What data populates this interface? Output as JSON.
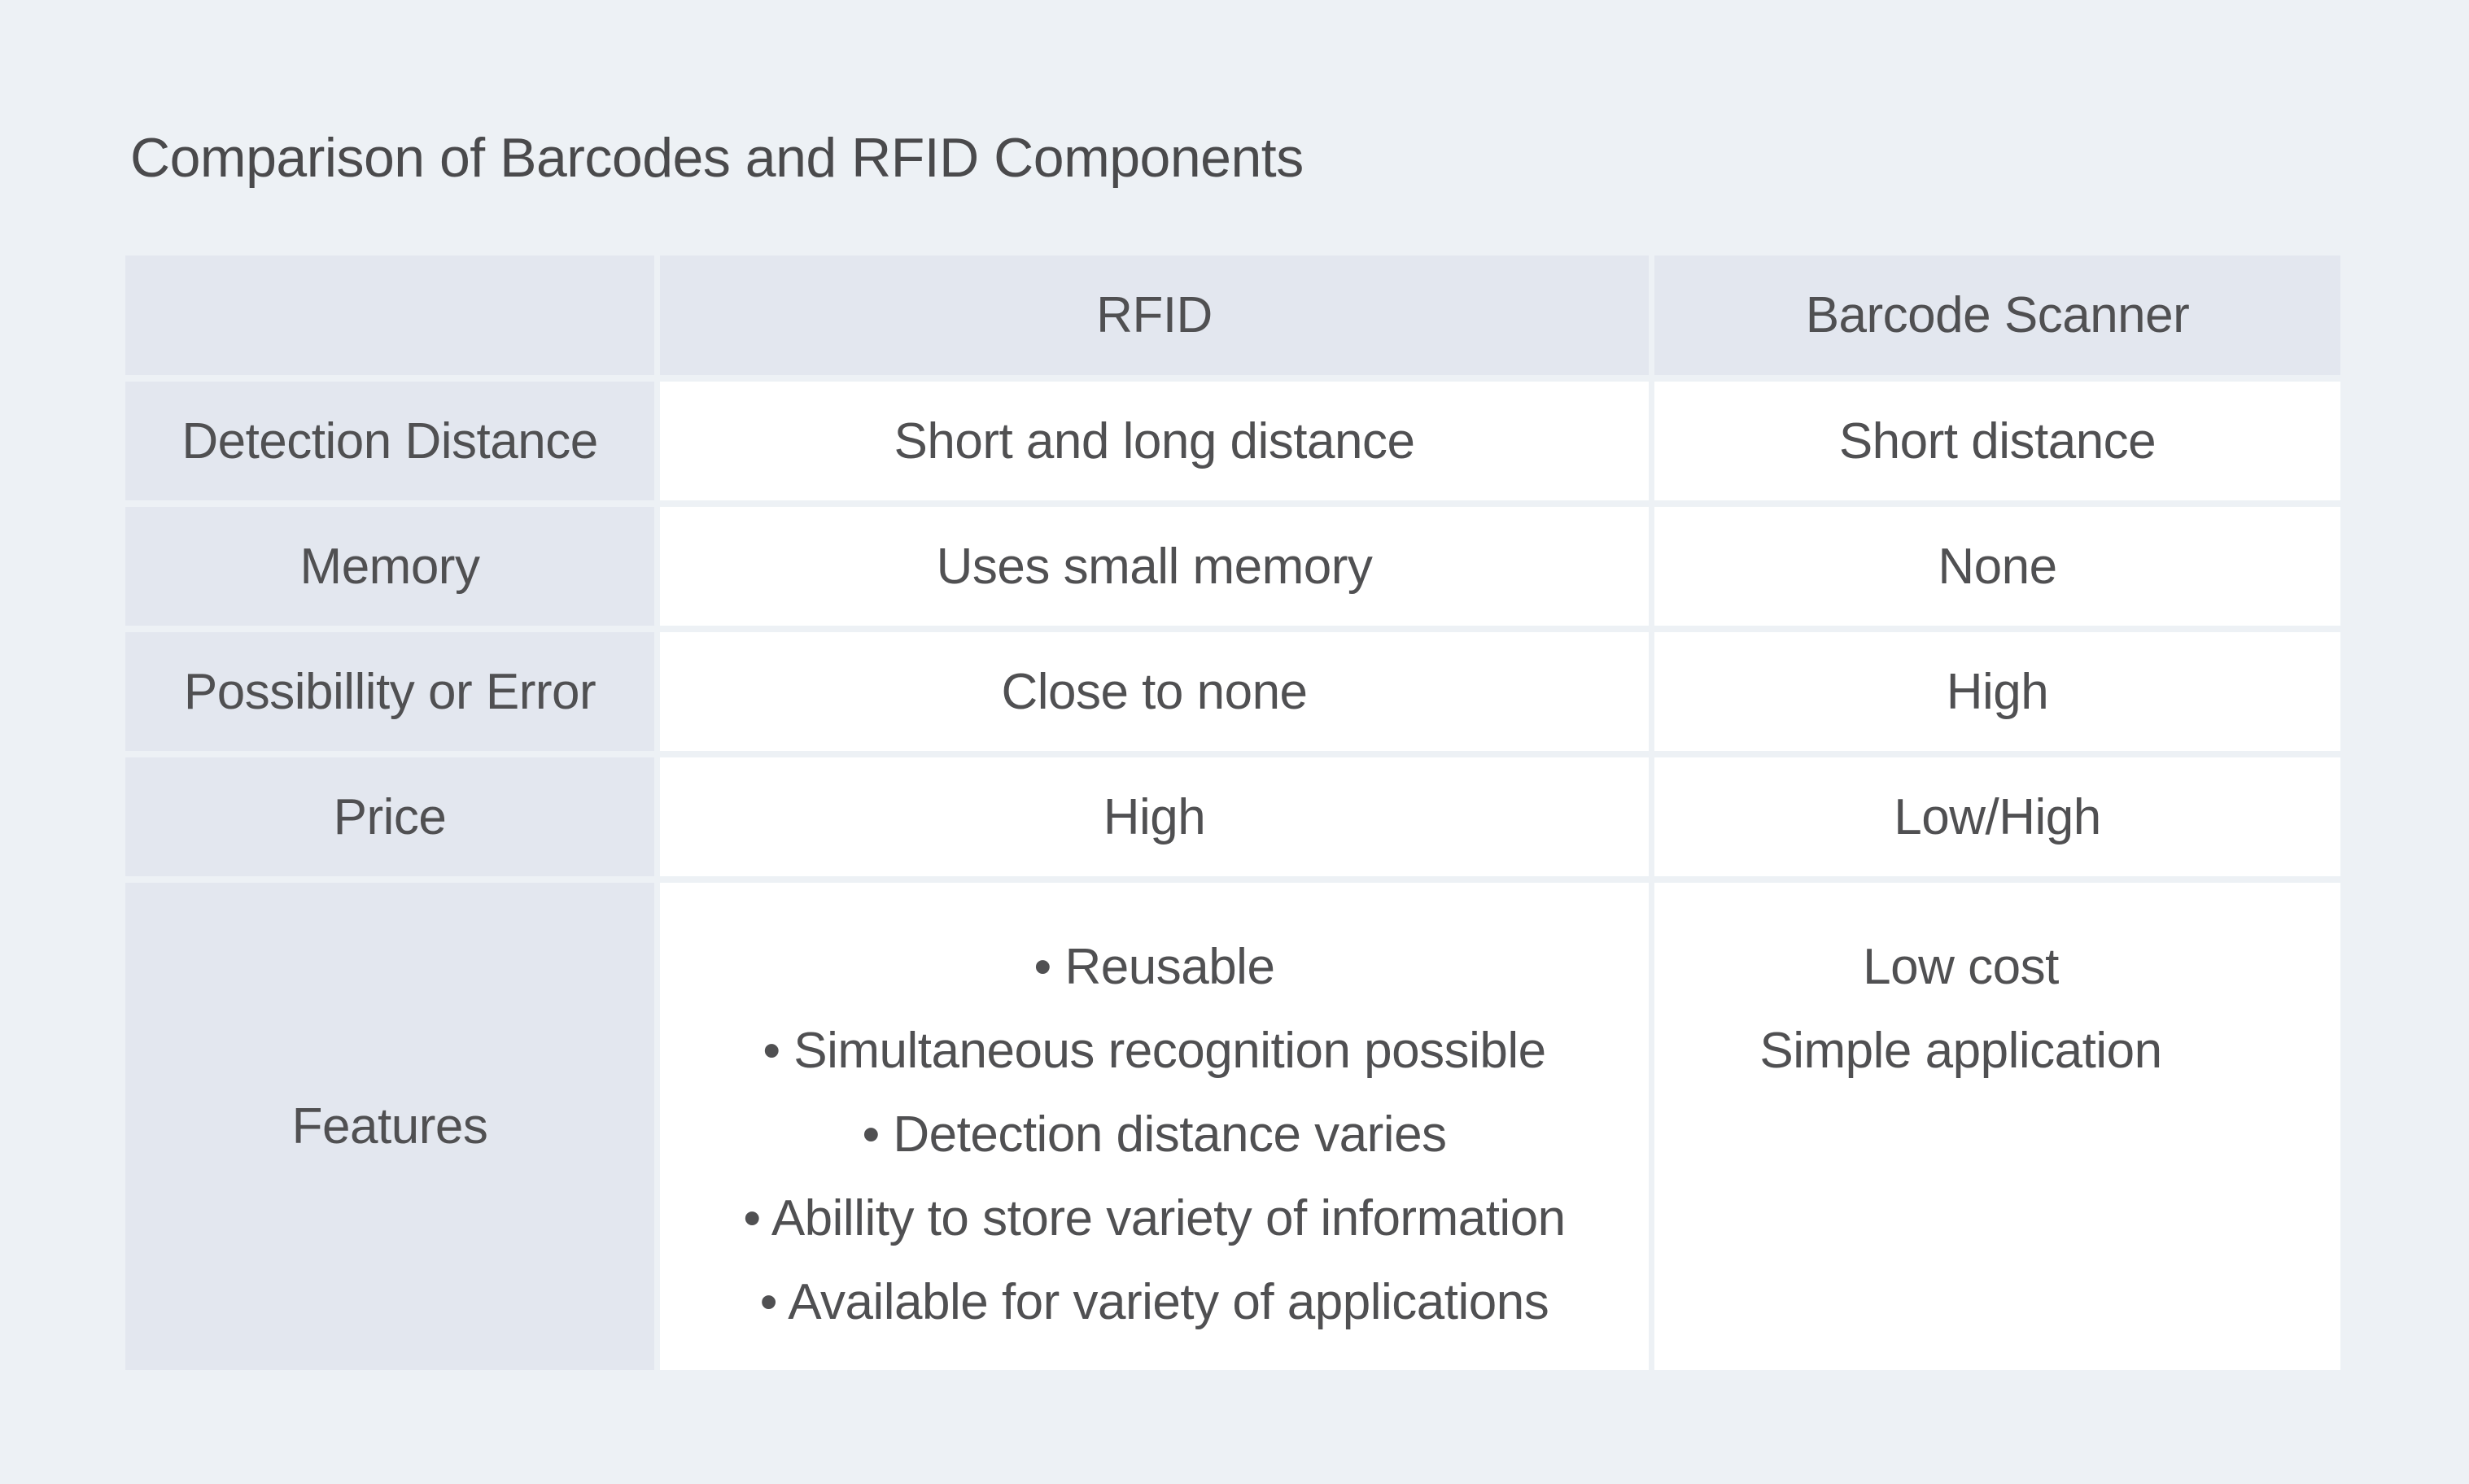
{
  "page": {
    "title": "Comparison of Barcodes and RFID Components"
  },
  "colors": {
    "page_background": "#edf1f5",
    "header_cell_background": "#e3e7ef",
    "value_cell_background": "#ffffff",
    "text": "#505052"
  },
  "table": {
    "columns": [
      "",
      "RFID",
      "Barcode Scanner"
    ],
    "rows": [
      {
        "label": "Detection Distance",
        "rfid": "Short and long distance",
        "barcode": "Short distance"
      },
      {
        "label": "Memory",
        "rfid": "Uses small memory",
        "barcode": "None"
      },
      {
        "label": "Possibillity or Error",
        "rfid": "Close to none",
        "barcode": "High"
      },
      {
        "label": "Price",
        "rfid": "High",
        "barcode": "Low/High"
      },
      {
        "label": "Features",
        "rfid_features": [
          "• Reusable",
          "• Simultaneous recognition possible",
          "• Detection distance varies",
          "• Abillity to store variety of information",
          "• Available for variety of applications"
        ],
        "barcode_features": [
          "Low cost",
          "Simple application"
        ]
      }
    ]
  }
}
